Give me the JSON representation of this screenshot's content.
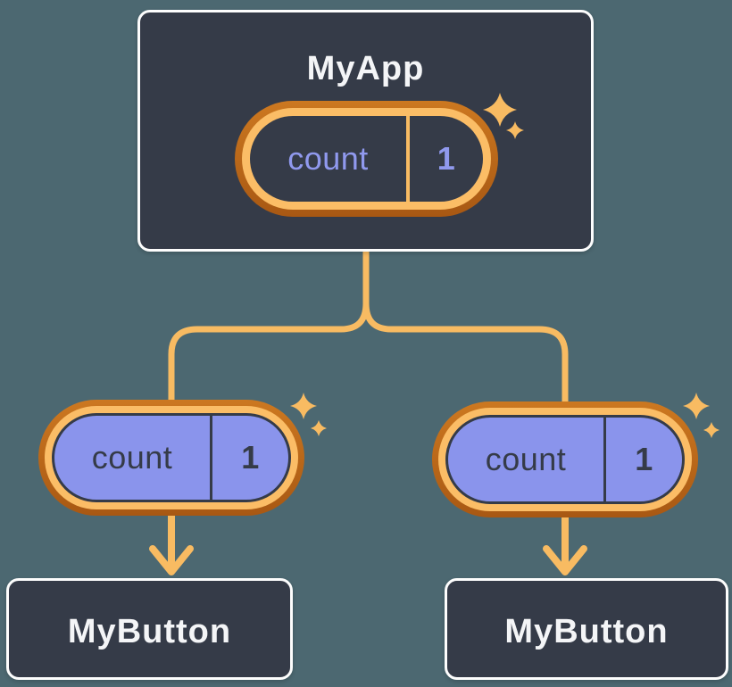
{
  "diagram": {
    "description": "React component tree with state pills",
    "root": {
      "title": "MyApp",
      "state": {
        "name": "count",
        "value": "1"
      }
    },
    "children": [
      {
        "title": "MyButton",
        "state": {
          "name": "count",
          "value": "1"
        }
      },
      {
        "title": "MyButton",
        "state": {
          "name": "count",
          "value": "1"
        }
      }
    ]
  },
  "icons": {
    "sparkle": "✦"
  },
  "colors": {
    "background": "#4C6871",
    "node_fill": "#353B48",
    "node_border": "#FDFDFD",
    "text_light": "#F4F5F7",
    "text_dark": "#353B48",
    "state_lavender_fill": "#8A94EC",
    "state_lavender_text": "#9099EE",
    "ring_outer_top": "#CC7820",
    "ring_outer_bottom": "#A85813",
    "ring_inner": "#FBBD66",
    "connector": "#F8BB62"
  }
}
